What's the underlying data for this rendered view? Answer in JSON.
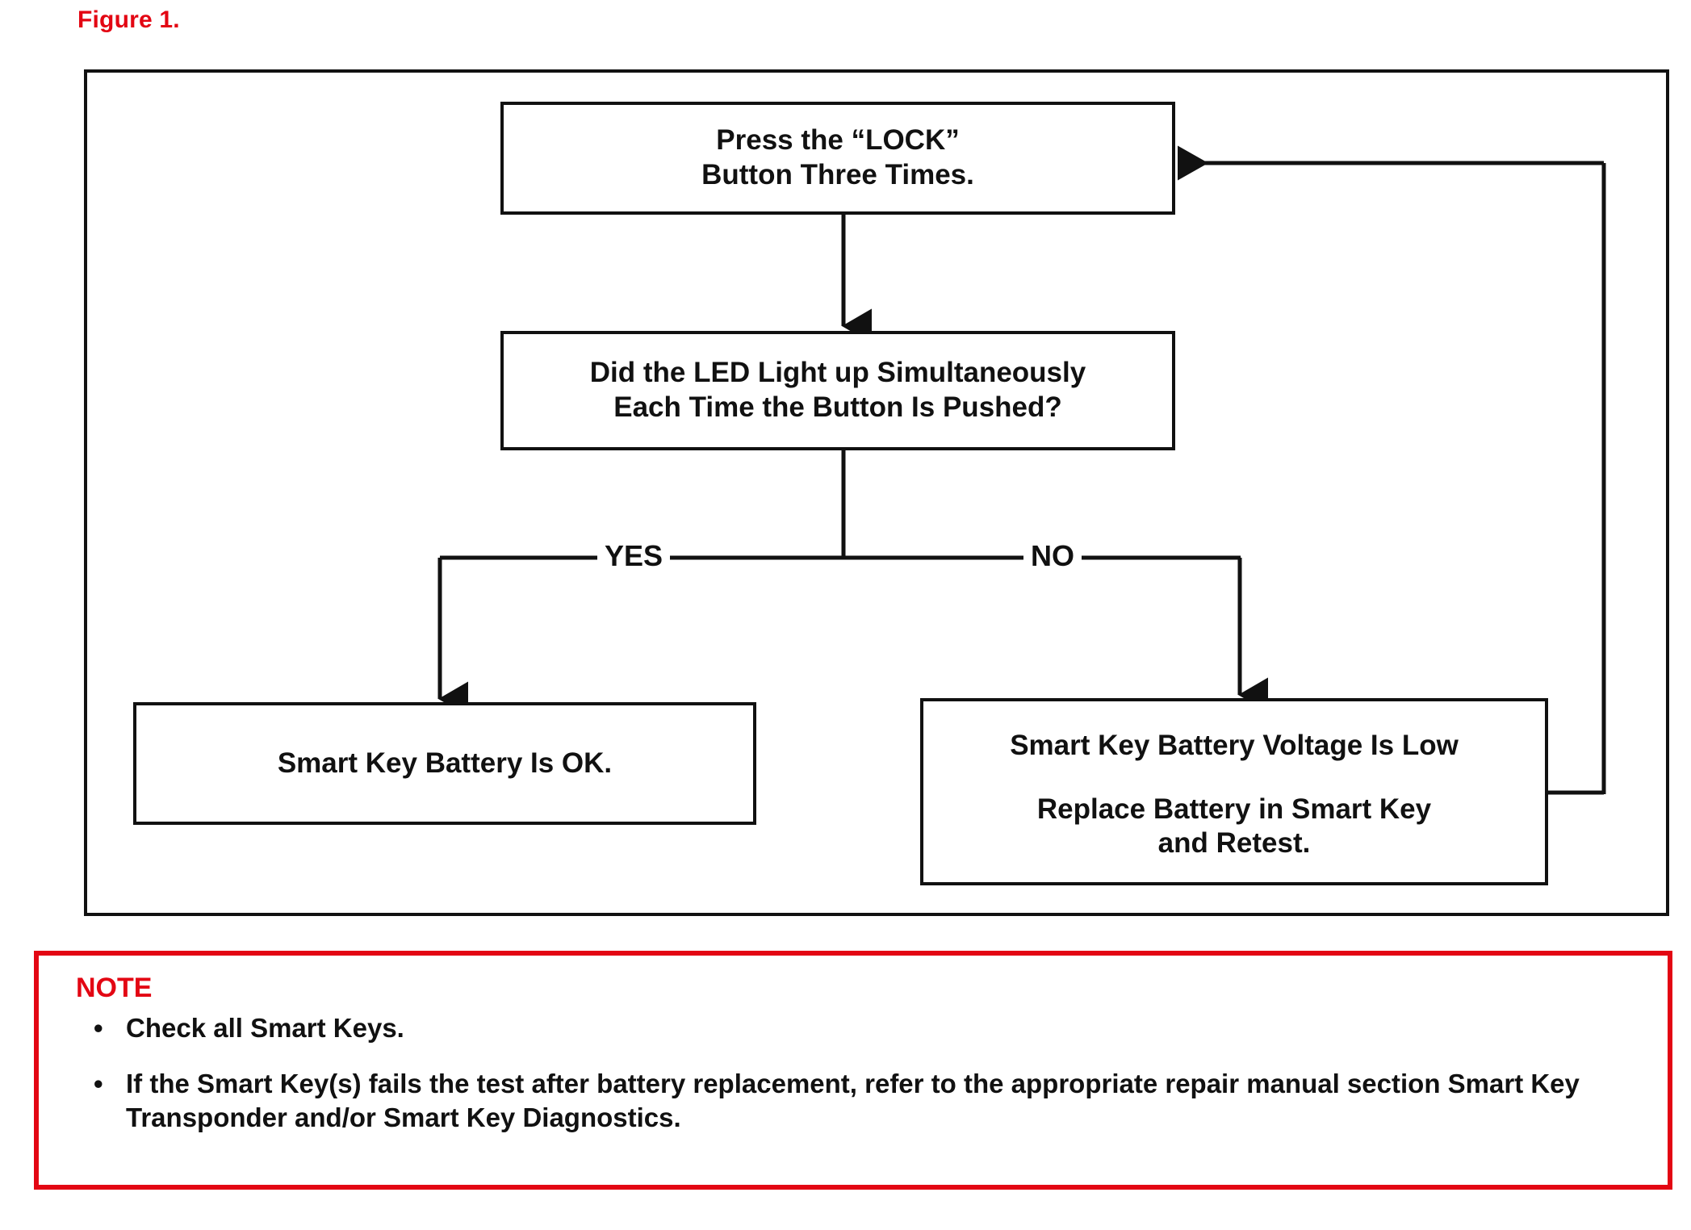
{
  "figure": {
    "caption": "Figure 1.",
    "caption_color": "#e30613"
  },
  "flowchart": {
    "boxes": [
      {
        "id": "press-lock",
        "line1": "Press the “LOCK”",
        "line2": "Button Three Times."
      },
      {
        "id": "led-question",
        "line1": "Did the LED Light up Simultaneously",
        "line2": "Each Time the Button Is Pushed?"
      },
      {
        "id": "battery-ok",
        "line1": "Smart Key Battery Is OK."
      },
      {
        "id": "battery-low",
        "line1": "Smart Key Battery Voltage Is Low",
        "line2": "Replace Battery in Smart Key",
        "line3": "and Retest."
      }
    ],
    "branches": {
      "yes_label": "YES",
      "no_label": "NO"
    },
    "line_color": "#111111"
  },
  "note": {
    "title": "NOTE",
    "title_color": "#e30613",
    "border_color": "#e30613",
    "bullet_glyph": "•",
    "items": [
      "Check all Smart Keys.",
      "If the Smart Key(s) fails the test after battery replacement, refer to the appropriate repair manual section Smart Key Transponder and/or Smart Key Diagnostics."
    ]
  }
}
